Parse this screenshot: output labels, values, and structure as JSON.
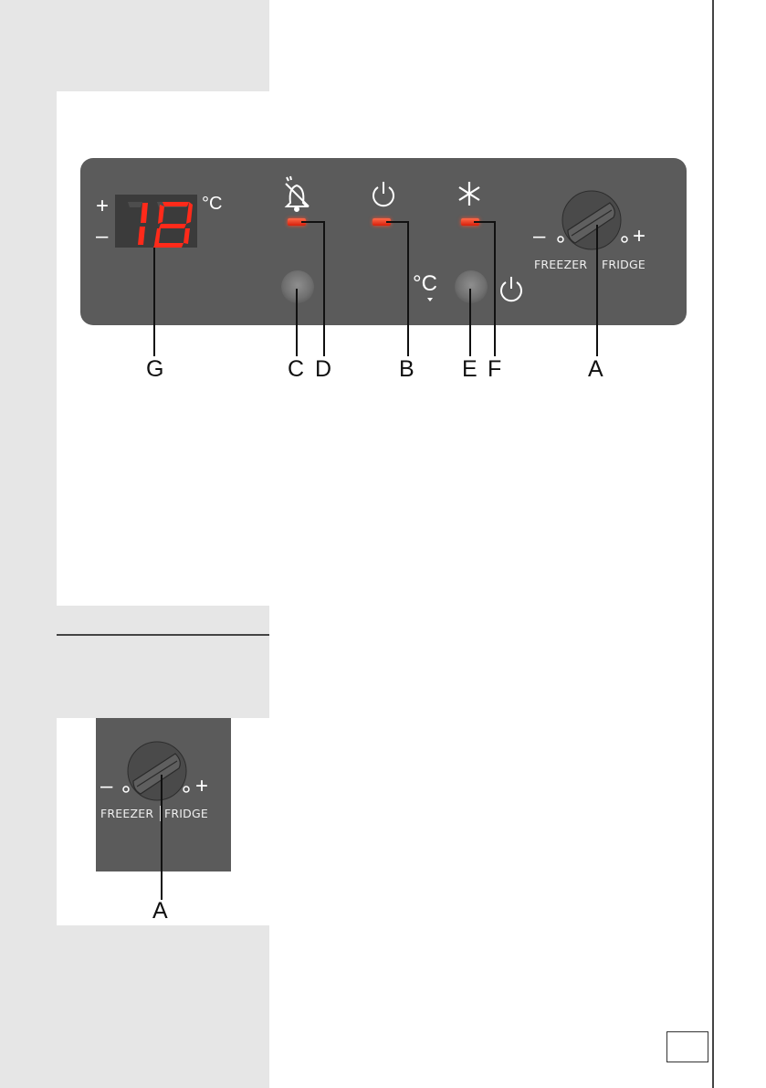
{
  "display": {
    "unit": "°C",
    "plus": "+",
    "minus": "–"
  },
  "knob": {
    "minus": "–",
    "plus": "+",
    "left_label": "FREEZER",
    "right_label": "FRIDGE"
  },
  "buttons": {
    "temp_symbol": "°C"
  },
  "callouts": [
    "G",
    "C",
    "D",
    "B",
    "E",
    "F",
    "A"
  ],
  "detail_callout": "A",
  "colors": {
    "panel": "#5b5b5b",
    "led": "#e8321a",
    "digit_on": "#ff2a1a",
    "background_gray": "#e6e6e6"
  },
  "icons": [
    "alarm-off-bell-icon",
    "power-icon",
    "super-freeze-snowflake-icon",
    "power-icon"
  ]
}
